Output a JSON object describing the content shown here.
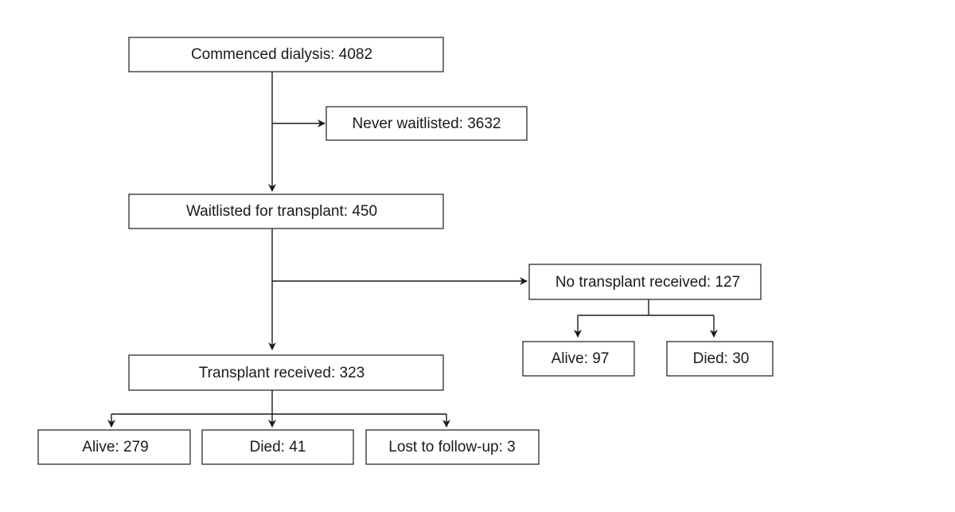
{
  "diagram": {
    "nodes": {
      "commenced": "Commenced dialysis: 4082",
      "never_waitlisted": "Never waitlisted: 3632",
      "waitlisted": "Waitlisted for transplant: 450",
      "no_transplant": "No transplant received: 127",
      "alive_no_tx": "Alive: 97",
      "died_no_tx": "Died: 30",
      "transplant_received": "Transplant received: 323",
      "alive_tx": "Alive: 279",
      "died_tx": "Died: 41",
      "lost_followup": "Lost to follow-up: 3"
    }
  }
}
